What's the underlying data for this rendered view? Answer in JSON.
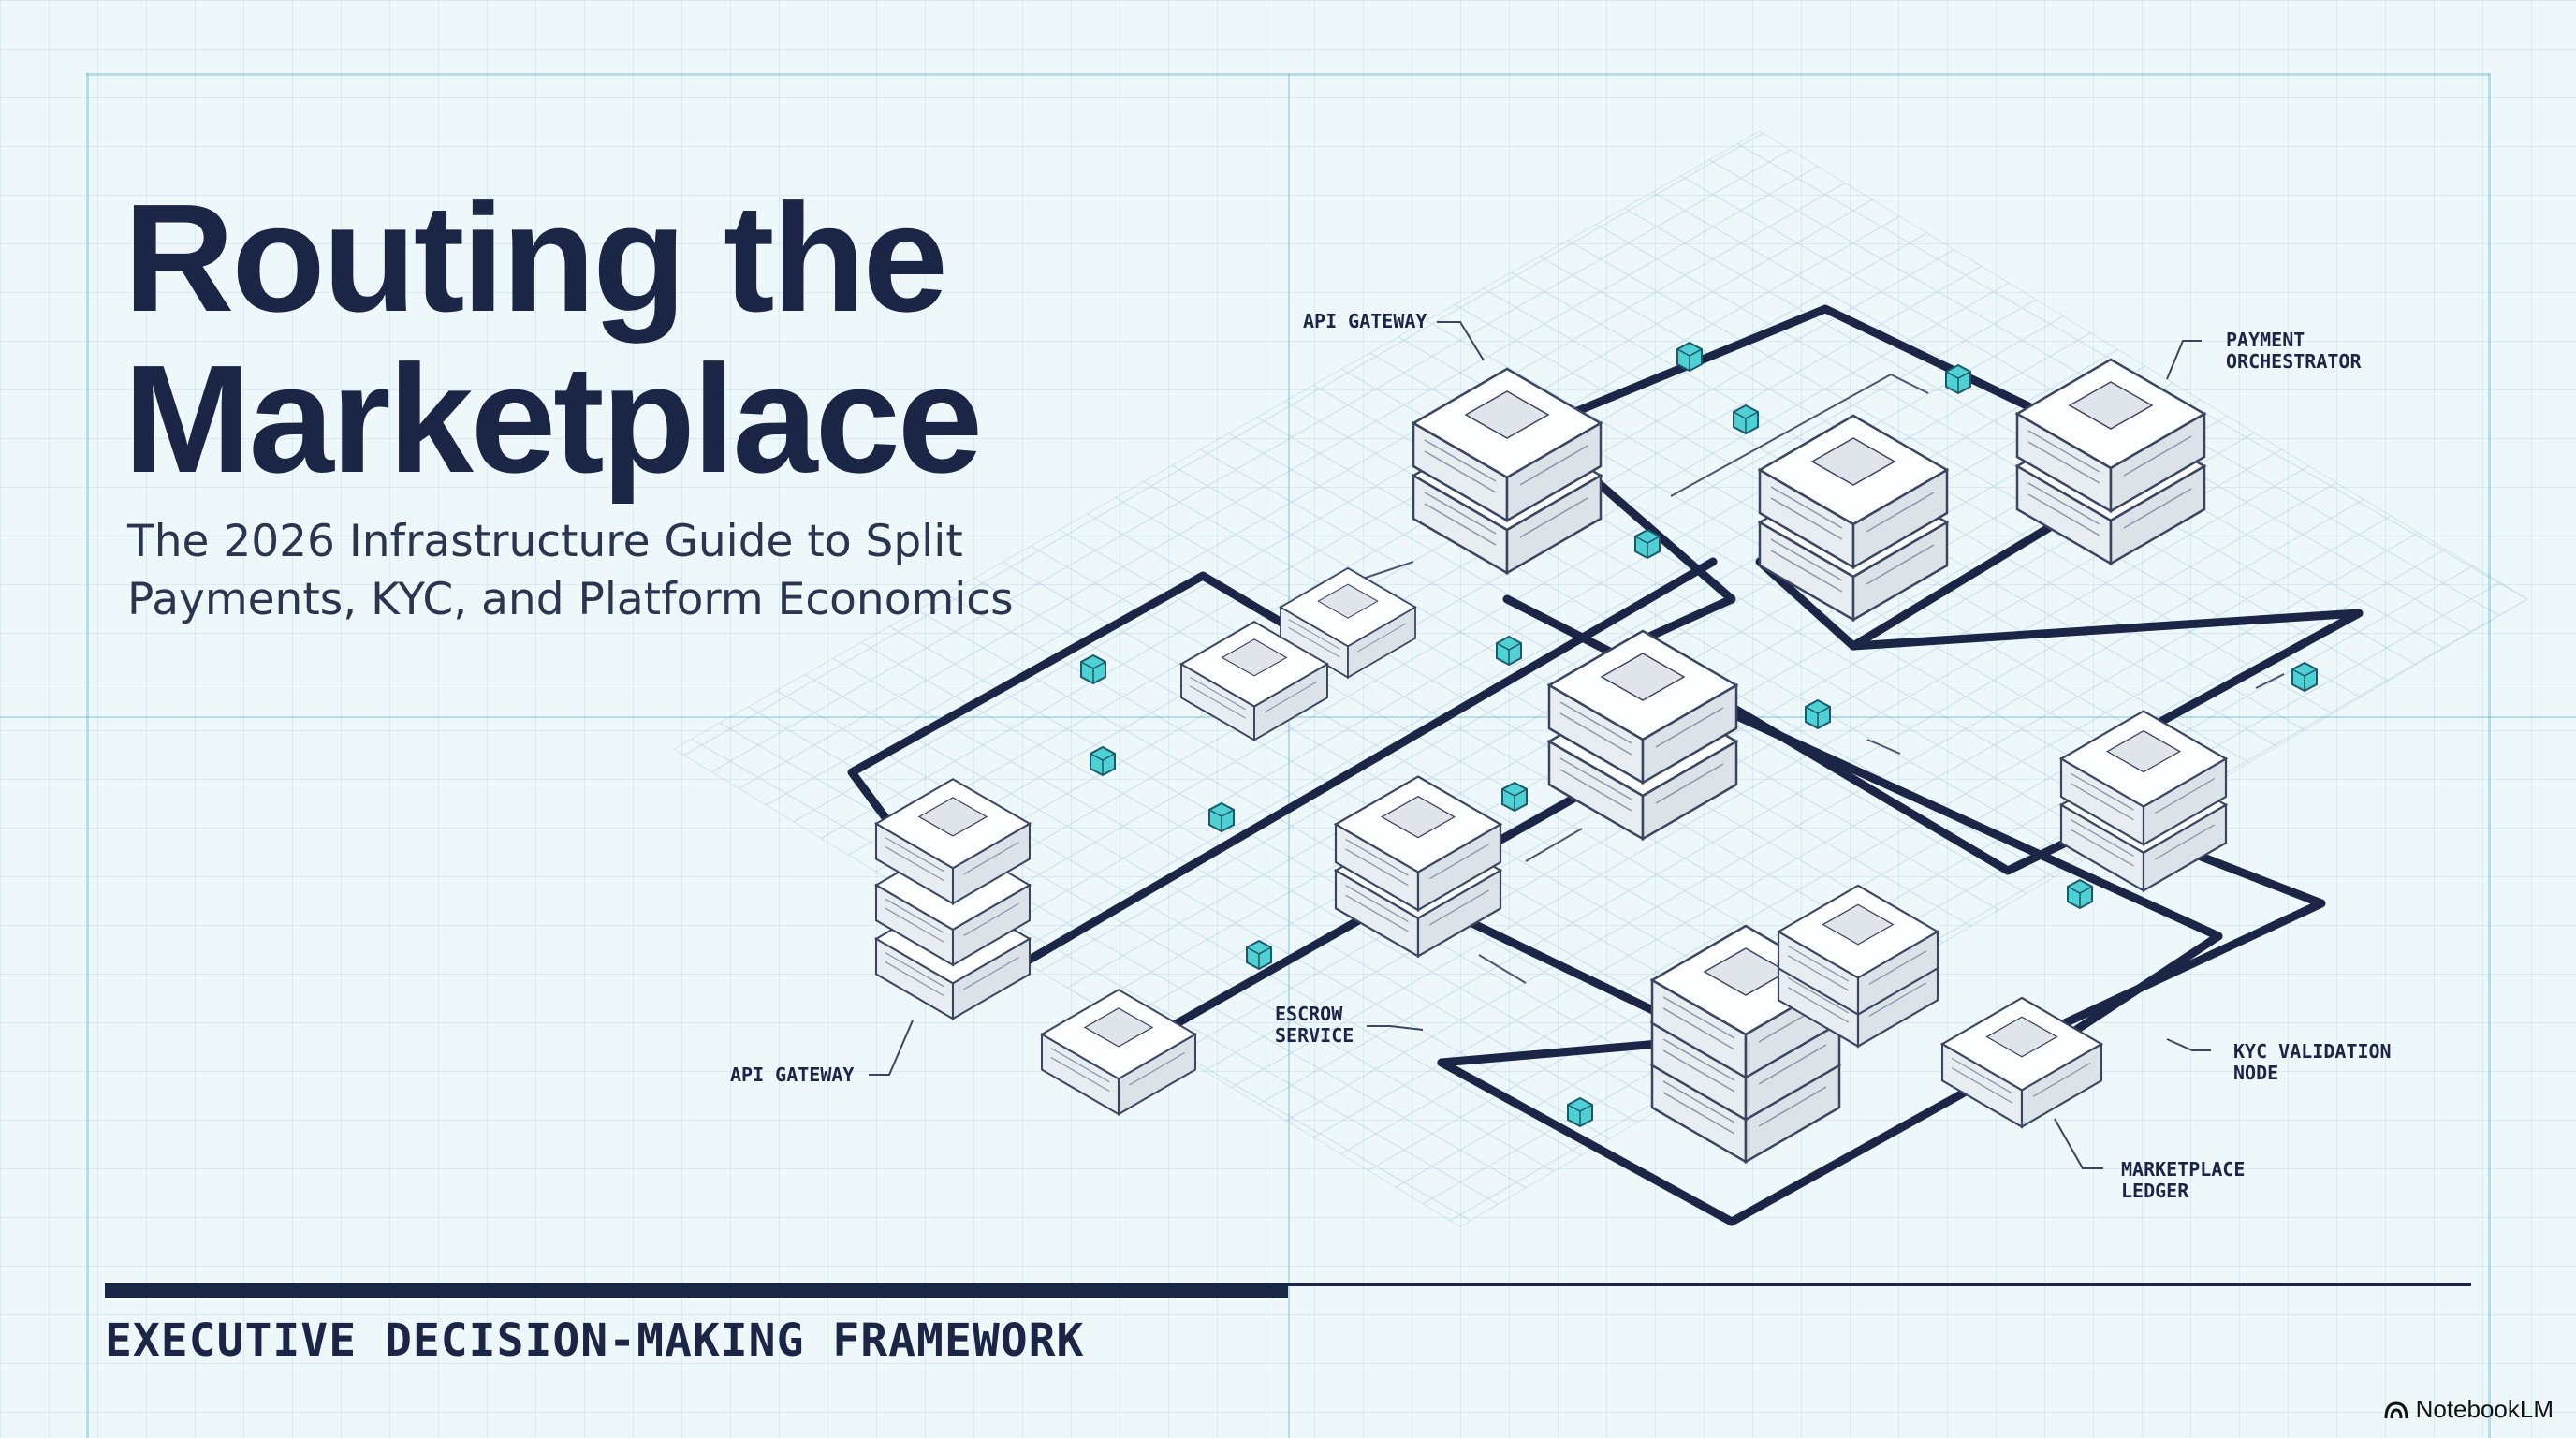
{
  "slide": {
    "title_line1": "Routing the",
    "title_line2": "Marketplace",
    "subtitle_line1": "The 2026 Infrastructure Guide to Split",
    "subtitle_line2": "Payments, KYC, and Platform Economics",
    "footer": "EXECUTIVE DECISION-MAKING FRAMEWORK"
  },
  "brand": {
    "name": "NotebookLM",
    "icon": "notebooklm-logo-icon"
  },
  "diagram": {
    "labels": {
      "api_gateway_top": "API GATEWAY",
      "payment_orchestrator_1": "PAYMENT",
      "payment_orchestrator_2": "ORCHESTRATOR",
      "api_gateway_bottom": "API GATEWAY",
      "escrow_1": "ESCROW",
      "escrow_2": "SERVICE",
      "kyc_1": "KYC VALIDATION",
      "kyc_2": "NODE",
      "ledger_1": "MARKETPLACE",
      "ledger_2": "LEDGER"
    },
    "colors": {
      "route": "#1b2647",
      "server_fill": "#f4f7fa",
      "server_stroke": "#3a4560",
      "packet": "#3cc3c8"
    }
  }
}
